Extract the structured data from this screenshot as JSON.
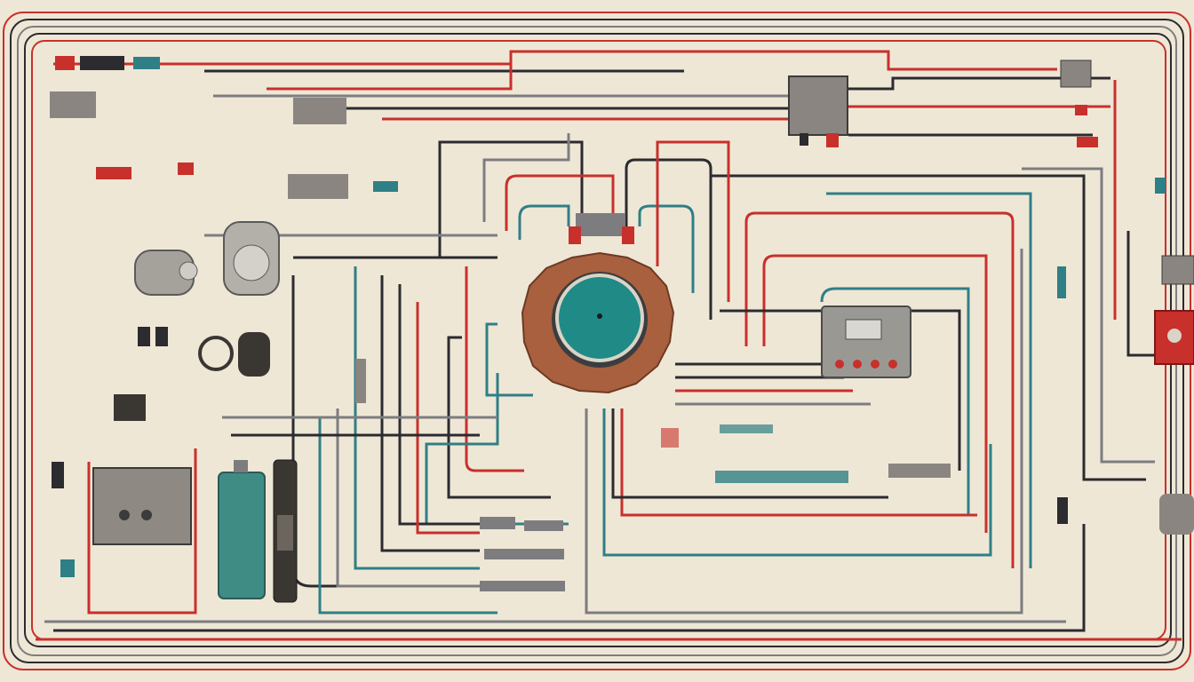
{
  "diagram": {
    "kind": "wiring-diagram",
    "colors": {
      "paper": "#efe7d6",
      "red_wire": "#c8302c",
      "black_wire": "#2b2b30",
      "teal_wire": "#2f7f86",
      "grey_wire": "#7d7d80",
      "metal": "#8a8580",
      "copper": "#a8603e",
      "teal_panel": "#3f8c85"
    },
    "components": [
      {
        "id": "central-motor",
        "icon": "motor-coil-icon"
      },
      {
        "id": "relay-box-top",
        "icon": "relay-icon"
      },
      {
        "id": "switch-panel-right",
        "icon": "switch-panel-icon"
      },
      {
        "id": "teal-battery-pack",
        "icon": "battery-icon"
      },
      {
        "id": "grey-circuit-board",
        "icon": "circuit-board-icon"
      },
      {
        "id": "left-pump",
        "icon": "pump-icon"
      },
      {
        "id": "left-gauge",
        "icon": "gauge-icon"
      },
      {
        "id": "red-control-box",
        "icon": "control-box-icon"
      }
    ]
  }
}
